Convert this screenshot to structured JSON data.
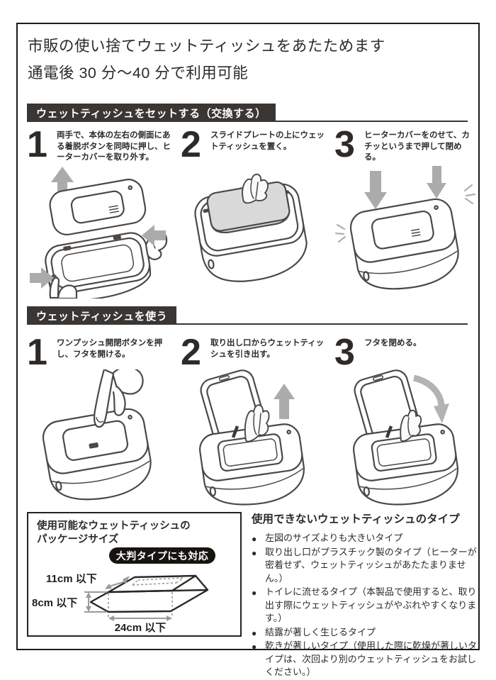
{
  "page": {
    "title_line1": "市販の使い捨てウェットティッシュをあたためます",
    "title_line2": "通電後 30 分～40 分で利用可能"
  },
  "sections": [
    {
      "header": "ウェットティッシュをセットする（交換する）",
      "steps": [
        {
          "number": "1",
          "text": "両手で、本体の左右の側面にある着脱ボタンを同時に押し、ヒーターカバーを取り外す。"
        },
        {
          "number": "2",
          "text": "スライドプレートの上にウェットティッシュを置く。"
        },
        {
          "number": "3",
          "text": "ヒーターカバーをのせて、カチッというまで押して閉める。"
        }
      ]
    },
    {
      "header": "ウェットティッシュを使う",
      "steps": [
        {
          "number": "1",
          "text": "ワンプッシュ開閉ボタンを押し、フタを開ける。"
        },
        {
          "number": "2",
          "text": "取り出し口からウェットティッシュを引き出す。"
        },
        {
          "number": "3",
          "text": "フタを閉める。"
        }
      ]
    }
  ],
  "size_box": {
    "title_line1": "使用可能なウェットティッシュの",
    "title_line2": "パッケージサイズ",
    "badge": "大判タイプにも対応",
    "dim_depth": "11cm 以下",
    "dim_height": "8cm 以下",
    "dim_width": "24cm 以下"
  },
  "unusable": {
    "title": "使用できないウェットティッシュのタイプ",
    "bullet": "●",
    "items": [
      "左図のサイズよりも大きいタイプ",
      "取り出し口がプラスチック製のタイプ（ヒーターが密着せず、ウェットティッシュがあたたまりません。）",
      "トイレに流せるタイプ（本製品で使用すると、取り出す際にウェットティッシュがやぶれやすくなります。）",
      "結露が著しく生じるタイプ",
      "乾きが著しいタイプ（使用した際に乾燥が著しいタイプは、次回より別のウェットティッシュをお試しください。）"
    ]
  },
  "colors": {
    "banner_bg": "#3a3633",
    "badge_bg": "#17130f",
    "text": "#2d2a28",
    "arrow_gray": "#ababab",
    "pack_gray": "#d9d9d9"
  }
}
